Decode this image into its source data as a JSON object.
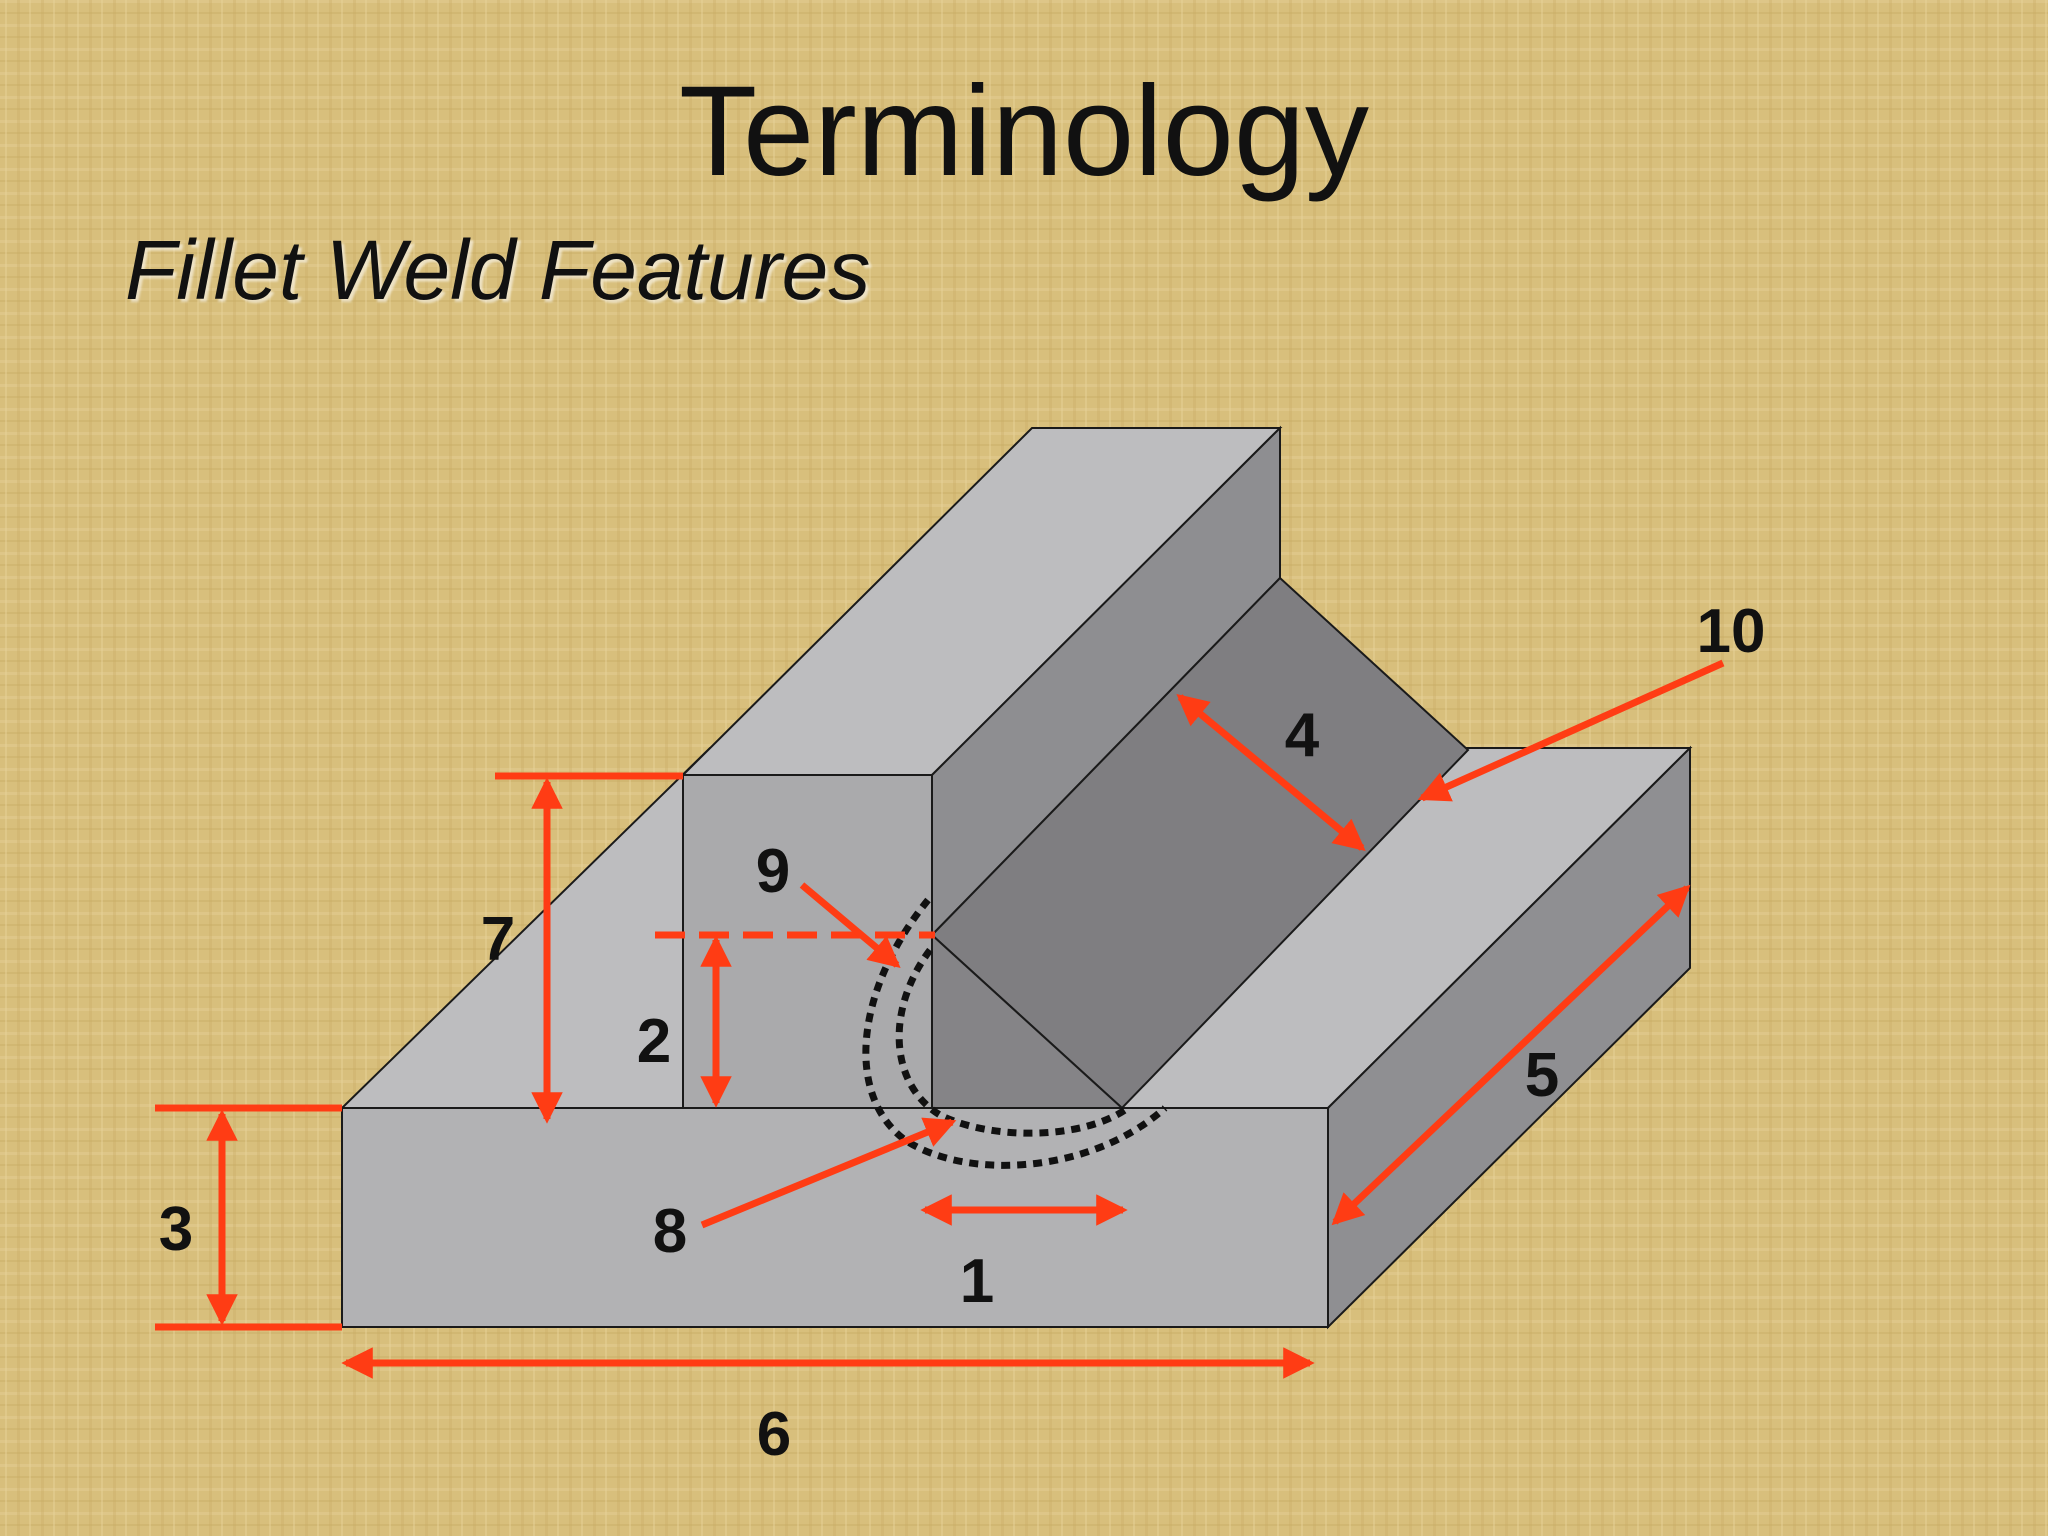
{
  "slide": {
    "title": "Terminology",
    "subtitle": "Fillet Weld Features"
  },
  "labels": {
    "n1": "1",
    "n2": "2",
    "n3": "3",
    "n4": "4",
    "n5": "5",
    "n6": "6",
    "n7": "7",
    "n8": "8",
    "n9": "9",
    "n10": "10"
  },
  "colors": {
    "arrow": "#ff3c14",
    "background": "#d9c07e",
    "outline": "#1a1a1a"
  }
}
